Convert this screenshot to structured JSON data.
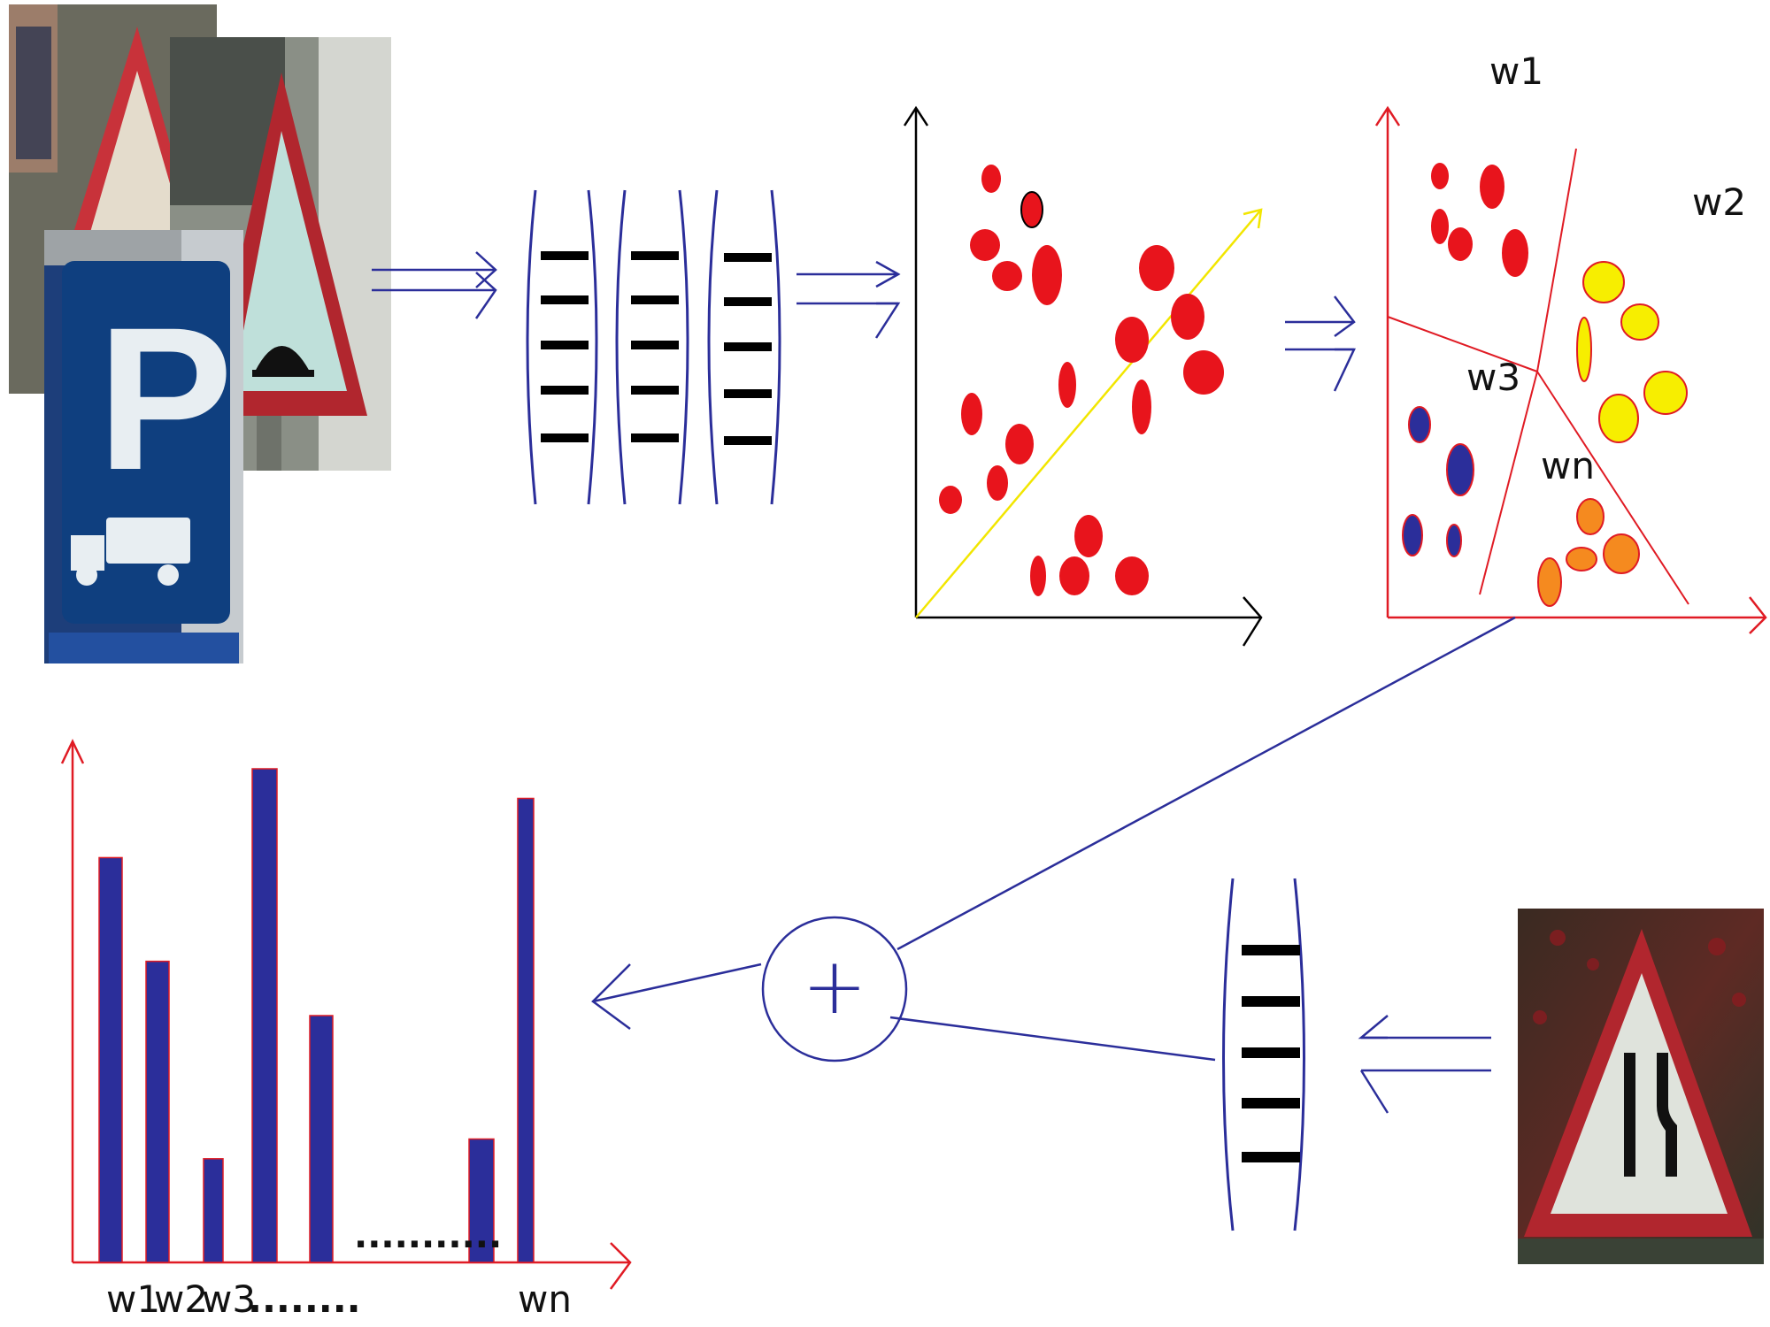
{
  "cluster_labels": {
    "w1": "w1",
    "w2": "w2",
    "w3": "w3",
    "wn": "wn"
  },
  "histogram": {
    "x_labels": {
      "w1": "w1",
      "w2": "w2",
      "w3": "w3",
      "ellipsis": "........",
      "wn": "wn"
    },
    "gap_dots": "...........",
    "values": [
      0.82,
      0.61,
      0.21,
      1.0,
      0.5,
      0.25,
      0.94
    ],
    "bar_color": "#2b2e9a"
  },
  "sum_symbol": "+",
  "colors": {
    "arrow_blue": "#2b2e9a",
    "axis_red": "#e01b24",
    "feature_point_red": "#e8141c",
    "projection_line": "#f2e600",
    "cluster_yellow": "#f7ee00",
    "cluster_orange": "#f58a1f",
    "cluster_blue": "#2b2e9a",
    "cluster_red": "#e8141c"
  },
  "icons": {
    "train_signs": "traffic-sign-photos-icon",
    "test_sign": "road-narrows-sign-photo-icon"
  }
}
